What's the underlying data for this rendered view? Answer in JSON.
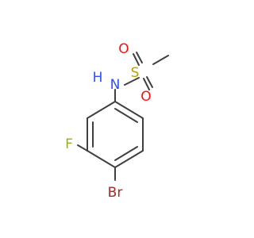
{
  "molecule": {
    "atoms": {
      "sulfonyl_o_top": "O",
      "sulfonyl_o_bottom": "O",
      "sulfur": "S",
      "amine_h": "H",
      "amine_n": "N",
      "fluorine": "F",
      "bromine": "Br"
    },
    "colors": {
      "bond": "#404040",
      "oxygen": "#ff0d0d",
      "sulfur": "#b8a400",
      "nitrogen": "#3050f8",
      "fluorine": "#90b030",
      "bromine": "#a62929"
    }
  }
}
